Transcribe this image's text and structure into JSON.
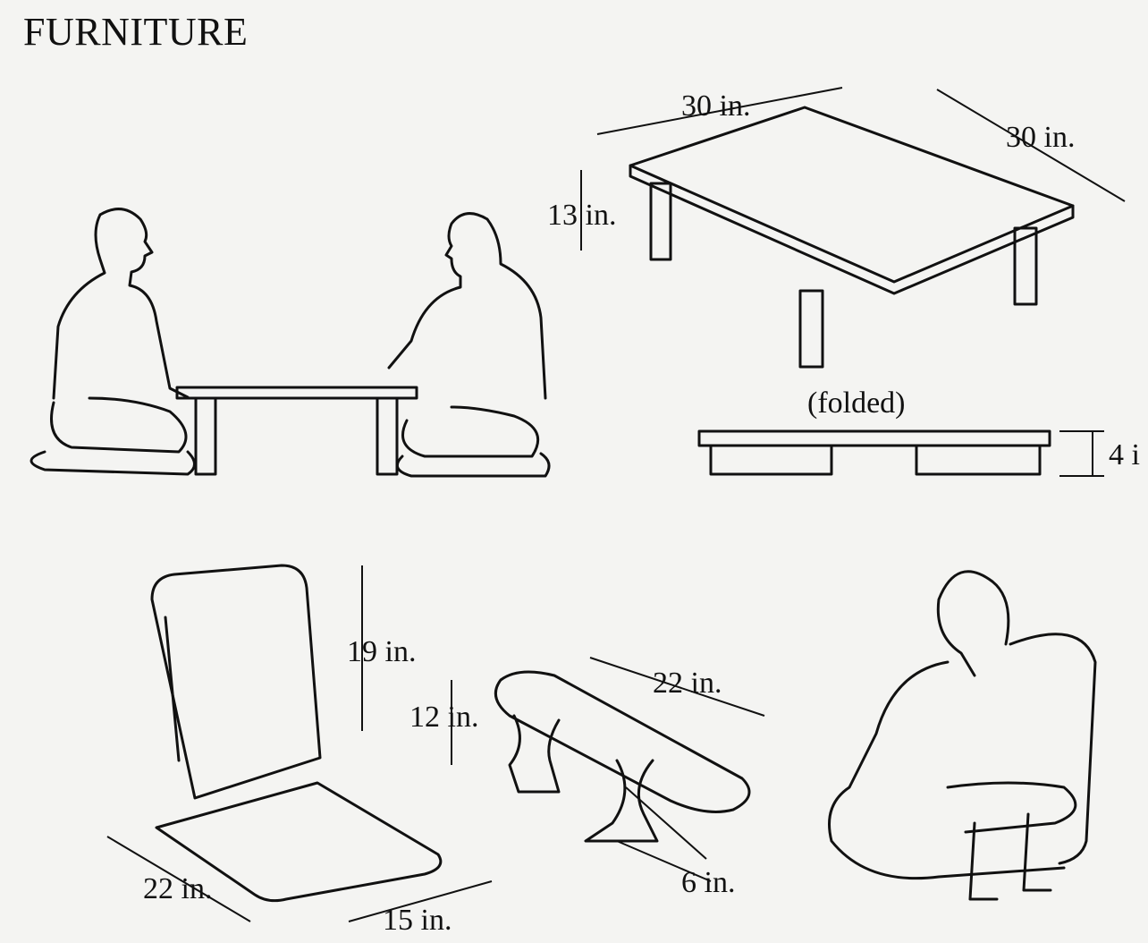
{
  "title": "FURNITURE",
  "table": {
    "width_label": "30 in.",
    "depth_label": "30 in.",
    "height_label": "13 in.",
    "folded_label": "(folded)",
    "folded_height_label": "4 i"
  },
  "chair": {
    "back_height_label": "19 in.",
    "depth_label": "22 in.",
    "width_label": "15 in."
  },
  "armrest": {
    "length_label": "22 in.",
    "height_label": "12 in.",
    "base_label": "6 in."
  }
}
